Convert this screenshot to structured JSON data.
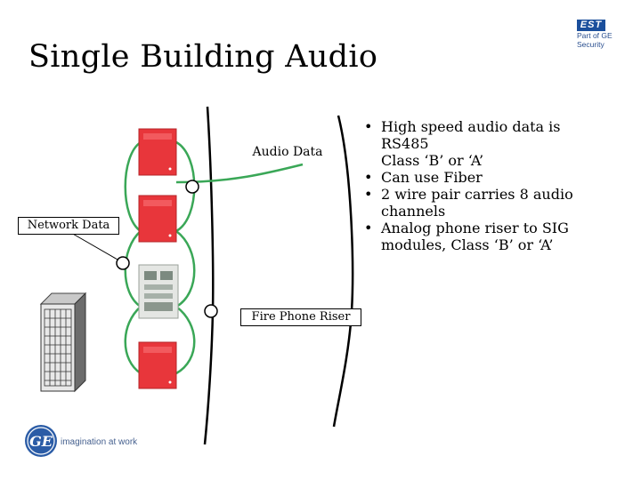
{
  "title": "Single Building Audio",
  "logo_top_right": {
    "mark": "EST",
    "lines": [
      "Part of GE",
      "Security"
    ]
  },
  "diagram": {
    "audio_label": "Audio Data",
    "network_label": "Network Data",
    "phone_label": "Fire Phone Riser"
  },
  "bullets": [
    {
      "lines": [
        "High speed audio data is",
        "RS485",
        "Class ‘B’ or ‘A’"
      ]
    },
    {
      "lines": [
        "Can use Fiber"
      ]
    },
    {
      "lines": [
        "2 wire pair carries 8 audio",
        "channels"
      ]
    },
    {
      "lines": [
        "Analog phone riser to SIG",
        "modules, Class ‘B’ or ‘A’"
      ]
    }
  ],
  "bullet_glyph": "•",
  "footer": {
    "logo_mark": "GE",
    "tagline": "imagination at work"
  },
  "colors": {
    "panel_red": "#e8363b",
    "loop_green": "#34a853",
    "wire_black": "#000000",
    "ge_blue": "#2b5ca6",
    "est_blue": "#1b4f9c"
  }
}
